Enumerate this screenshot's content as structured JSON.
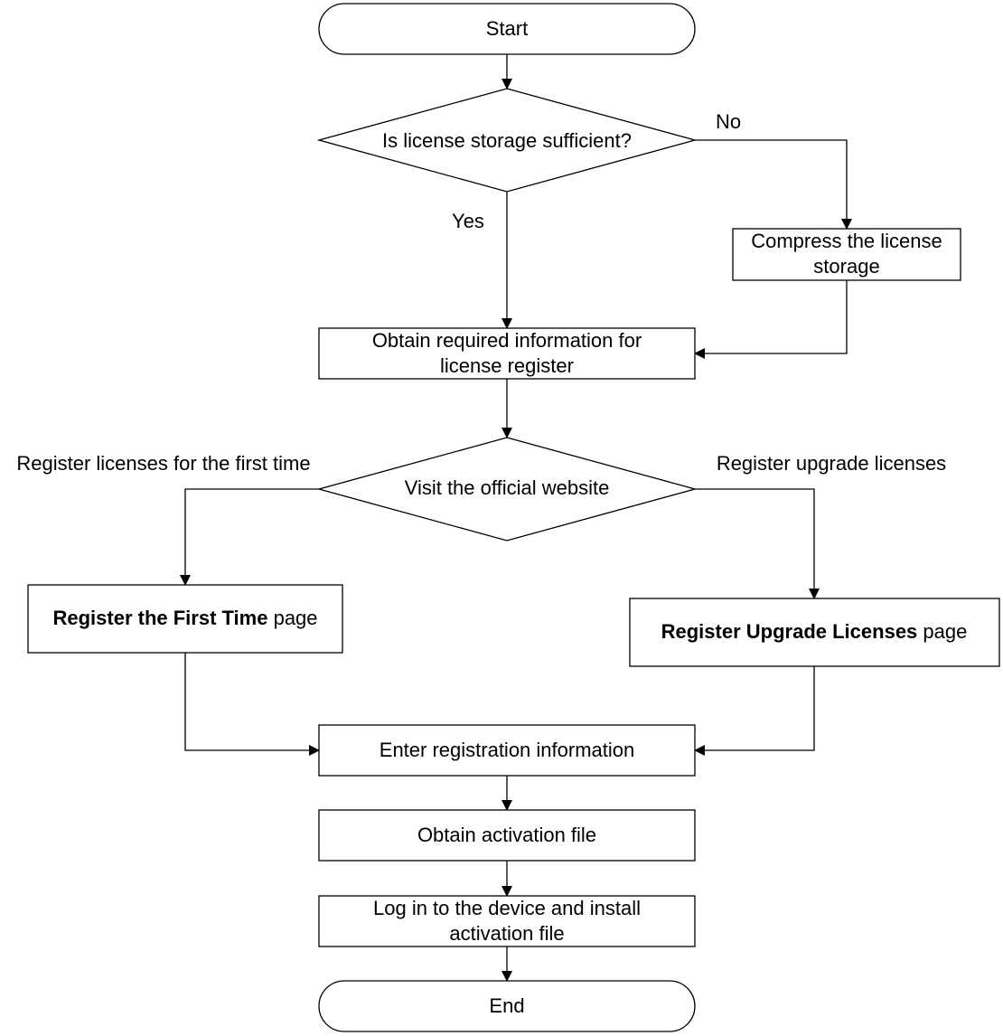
{
  "nodes": {
    "start": "Start",
    "decision_storage": "Is license storage sufficient?",
    "compress": [
      "Compress the license",
      "storage"
    ],
    "obtain_info": [
      "Obtain required information for",
      "license register"
    ],
    "visit_site": "Visit the official website",
    "first_time_page": {
      "bold": "Register the First Time",
      "rest": " page"
    },
    "upgrade_page": {
      "bold": "Register Upgrade Licenses",
      "rest": " page"
    },
    "enter_info": "Enter registration information",
    "obtain_activation": "Obtain activation file",
    "install": [
      "Log in to the device and install",
      "activation file"
    ],
    "end": "End"
  },
  "edge_labels": {
    "no": "No",
    "yes": "Yes",
    "first_time": "Register licenses for the first time",
    "upgrade": "Register upgrade licenses"
  }
}
